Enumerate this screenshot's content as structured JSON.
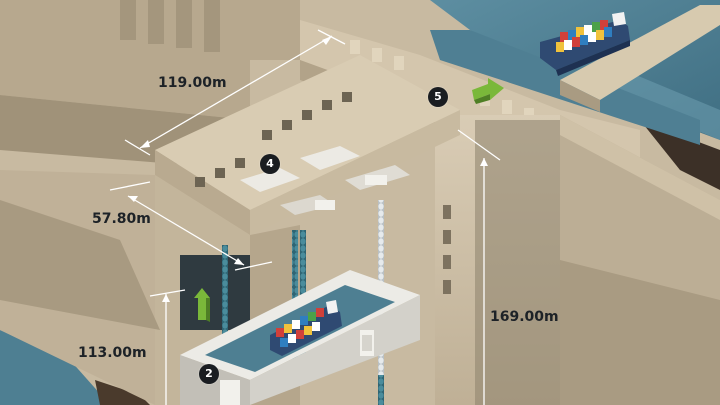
{
  "colors": {
    "concrete_light": "#d8cbb4",
    "concrete_mid": "#c4b59b",
    "concrete_dark": "#9e917a",
    "water": "#4f7f93",
    "chain_teal": "#3f7f8f",
    "arrow_green": "#7ab83a",
    "badge_bg": "#1a1d21",
    "hull": "#2f4a72",
    "chamber_white": "#ecebe6"
  },
  "dimensions": {
    "top_length": "119.00m",
    "width": "57.80m",
    "lower_height": "113.00m",
    "total_height": "169.00m"
  },
  "steps": {
    "step2": "2",
    "step4": "4",
    "step5": "5"
  },
  "icons": {
    "up_arrow": "up-arrow-icon",
    "right_arrow": "right-arrow-icon"
  }
}
